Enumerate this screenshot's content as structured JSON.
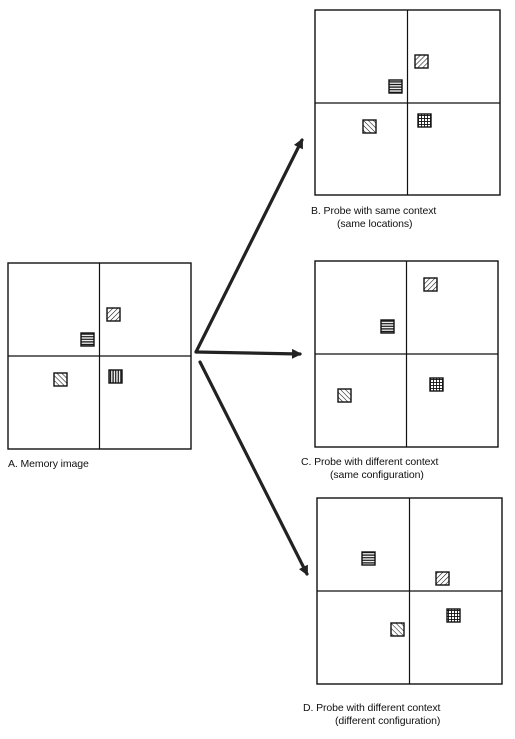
{
  "colors": {
    "ink": "#111111",
    "arrow": "#222222",
    "background": "#ffffff"
  },
  "panels": {
    "memory": {
      "caption_line1": "A. Memory image",
      "caption_line2": "",
      "items": [
        {
          "pattern": "diagonal-down",
          "qx": 0.58,
          "qy": 0.59
        },
        {
          "pattern": "horizontal-lines",
          "qx": 0.44,
          "qy": 0.84
        },
        {
          "pattern": "diagonal-up",
          "qx": 0.29,
          "qy": 0.24
        },
        {
          "pattern": "vertical-lines",
          "qx": 0.16,
          "qy": 0.22
        }
      ]
    },
    "same_context": {
      "caption_line1": "B. Probe with same context",
      "caption_line2": "(same locations)",
      "items": [
        {
          "pattern": "diagonal-down",
          "qx": 0.58,
          "qy": 0.59
        },
        {
          "pattern": "horizontal-lines",
          "qx": 0.44,
          "qy": 0.84
        },
        {
          "pattern": "diagonal-up",
          "qx": 0.29,
          "qy": 0.24
        },
        {
          "pattern": "grid",
          "qx": 0.16,
          "qy": 0.16
        }
      ]
    },
    "different_context_same_config": {
      "caption_line1": "C. Probe with different context",
      "caption_line2": "(same configuration)",
      "items": [
        {
          "pattern": "diagonal-down",
          "qx": 0.23,
          "qy": 0.21
        },
        {
          "pattern": "horizontal-lines",
          "qx": 0.74,
          "qy": 0.55
        },
        {
          "pattern": "diagonal-up",
          "qx": 0.29,
          "qy": 0.43
        },
        {
          "pattern": "grid",
          "qx": 0.25,
          "qy": 0.31
        }
      ]
    },
    "different_context_different_config": {
      "caption_line1": "D. Probe with different context",
      "caption_line2": "(different configuration)",
      "items": [
        {
          "pattern": "horizontal-lines",
          "qx": 0.54,
          "qy": 0.44
        },
        {
          "pattern": "diagonal-down",
          "qx": 0.35,
          "qy": 0.82
        },
        {
          "pattern": "diagonal-up",
          "qx": 0.78,
          "qy": 0.38
        },
        {
          "pattern": "grid",
          "qx": 0.39,
          "qy": 0.24
        }
      ]
    }
  }
}
